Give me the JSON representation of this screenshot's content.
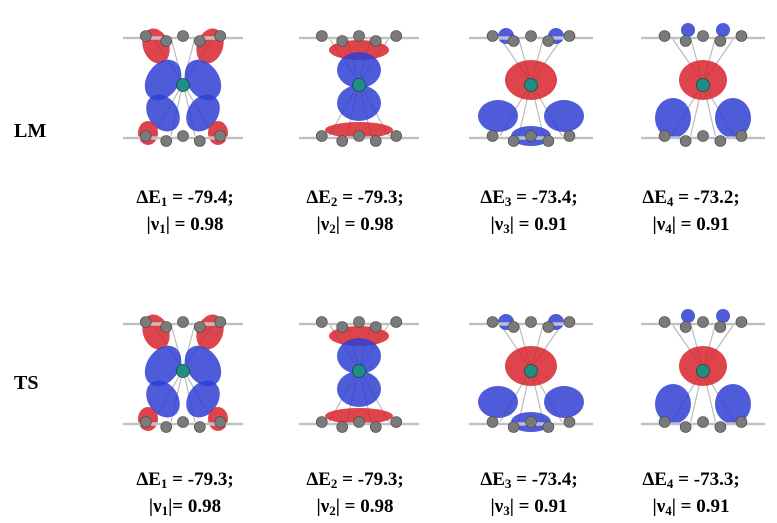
{
  "rows": [
    {
      "label": "LM",
      "panels": [
        {
          "e_prefix": "ΔE",
          "e_sub": "1",
          "e_value": "= -79.4;",
          "v_prefix": "|ν",
          "v_sub": "1",
          "v_value": "| = 0.98"
        },
        {
          "e_prefix": "ΔE",
          "e_sub": "2",
          "e_value": "= -79.3;",
          "v_prefix": "|ν",
          "v_sub": "2",
          "v_value": "| = 0.98"
        },
        {
          "e_prefix": "ΔE",
          "e_sub": "3",
          "e_value": "= -73.4;",
          "v_prefix": "|ν",
          "v_sub": "3",
          "v_value": "| = 0.91"
        },
        {
          "e_prefix": "ΔE",
          "e_sub": "4",
          "e_value": "= -73.2;",
          "v_prefix": "|ν",
          "v_sub": "4",
          "v_value": "| = 0.91"
        }
      ]
    },
    {
      "label": "TS",
      "panels": [
        {
          "e_prefix": "ΔE",
          "e_sub": "1",
          "e_value": "= -79.3;",
          "v_prefix": "|ν",
          "v_sub": "1",
          "v_value": "|= 0.98"
        },
        {
          "e_prefix": "ΔE",
          "e_sub": "2",
          "e_value": "= -79.3;",
          "v_prefix": "|ν",
          "v_sub": "2",
          "v_value": "| = 0.98"
        },
        {
          "e_prefix": "ΔE",
          "e_sub": "3",
          "e_value": "= -73.4;",
          "v_prefix": "|ν",
          "v_sub": "3",
          "v_value": "| = 0.91"
        },
        {
          "e_prefix": "ΔE",
          "e_sub": "4",
          "e_value": "= -73.3;",
          "v_prefix": "|ν",
          "v_sub": "4",
          "v_value": "| = 0.91"
        }
      ]
    }
  ],
  "colors": {
    "lobe_red": "#d8232c",
    "lobe_blue": "#2f3fd4",
    "carbon": "#7a7a7a",
    "metal": "#1f8f86",
    "hydrogen": "#e6e6e6",
    "bond": "#9a9a9a"
  }
}
